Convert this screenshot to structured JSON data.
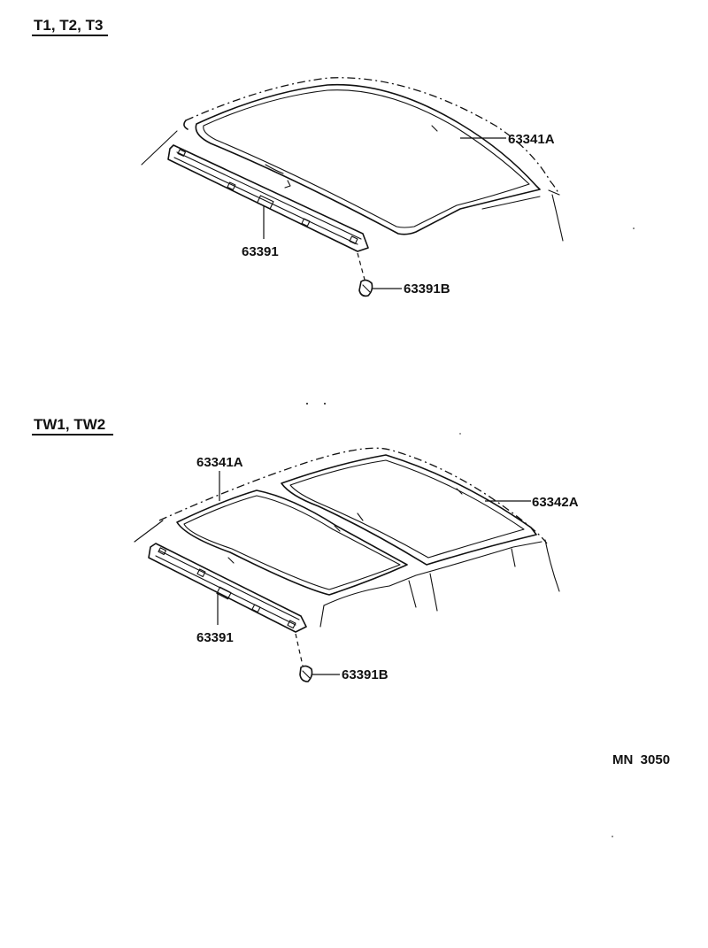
{
  "sections": {
    "top": {
      "title": "T1, T2, T3",
      "labels": {
        "headliner": "63341A",
        "garnish": "63391",
        "clip": "63391B"
      }
    },
    "bottom": {
      "title": "TW1, TW2",
      "labels": {
        "headliner_front": "63341A",
        "headliner_rear": "63342A",
        "garnish": "63391",
        "clip": "63391B"
      }
    }
  },
  "footer": {
    "code": "MN  3050"
  }
}
